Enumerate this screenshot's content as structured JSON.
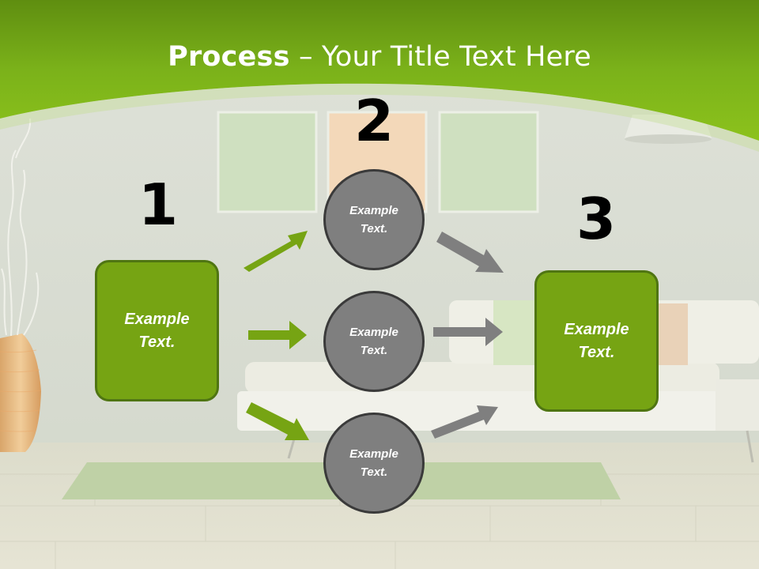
{
  "title": {
    "bold": "Process",
    "rest": " – Your Title Text Here"
  },
  "steps": [
    {
      "number": "1",
      "text": "Example\nText."
    },
    {
      "number": "2"
    },
    {
      "number": "3",
      "text": "Example\nText."
    }
  ],
  "circles": [
    {
      "text": "Example\nText."
    },
    {
      "text": "Example\nText."
    },
    {
      "text": "Example\nText."
    }
  ],
  "colors": {
    "header_green": "#7fb51a",
    "box_green": "#76a413",
    "box_border": "#4f7512",
    "circle_gray": "#7f7f7f",
    "arrow_green": "#76a413",
    "arrow_gray": "#7f7f7f"
  }
}
